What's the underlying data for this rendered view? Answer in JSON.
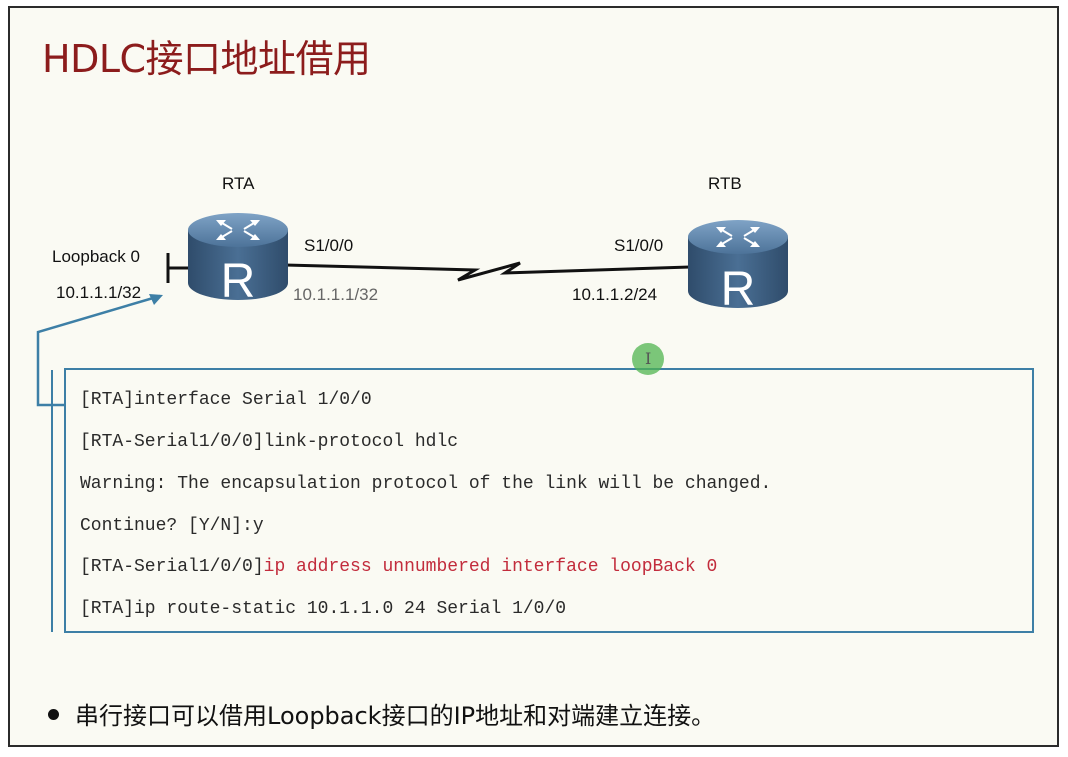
{
  "title": "HDLC接口地址借用",
  "routers": {
    "rta": {
      "name": "RTA",
      "glyph": "R",
      "interface": "S1/0/0",
      "ip": "10.1.1.1/32"
    },
    "rtb": {
      "name": "RTB",
      "glyph": "R",
      "interface": "S1/0/0",
      "ip": "10.1.1.2/24"
    }
  },
  "loopback": {
    "label": "Loopback 0",
    "ip": "10.1.1.1/32"
  },
  "cli": {
    "lines": [
      {
        "text": "[RTA]interface Serial 1/0/0"
      },
      {
        "text": "[RTA-Serial1/0/0]link-protocol hdlc"
      },
      {
        "text": "Warning: The encapsulation protocol of the link will be changed."
      },
      {
        "text": "Continue? [Y/N]:y"
      },
      {
        "prefix": "[RTA-Serial1/0/0]",
        "highlight": "ip address unnumbered interface loopBack 0"
      },
      {
        "text": "[RTA]ip route-static 10.1.1.0 24 Serial 1/0/0"
      }
    ]
  },
  "bullet": "串行接口可以借用Loopback接口的IP地址和对端建立连接。",
  "colors": {
    "title": "#8c1c1c",
    "highlight": "#c22c3c",
    "callout_border": "#3d7fa6",
    "router_body": "#3e6183"
  }
}
